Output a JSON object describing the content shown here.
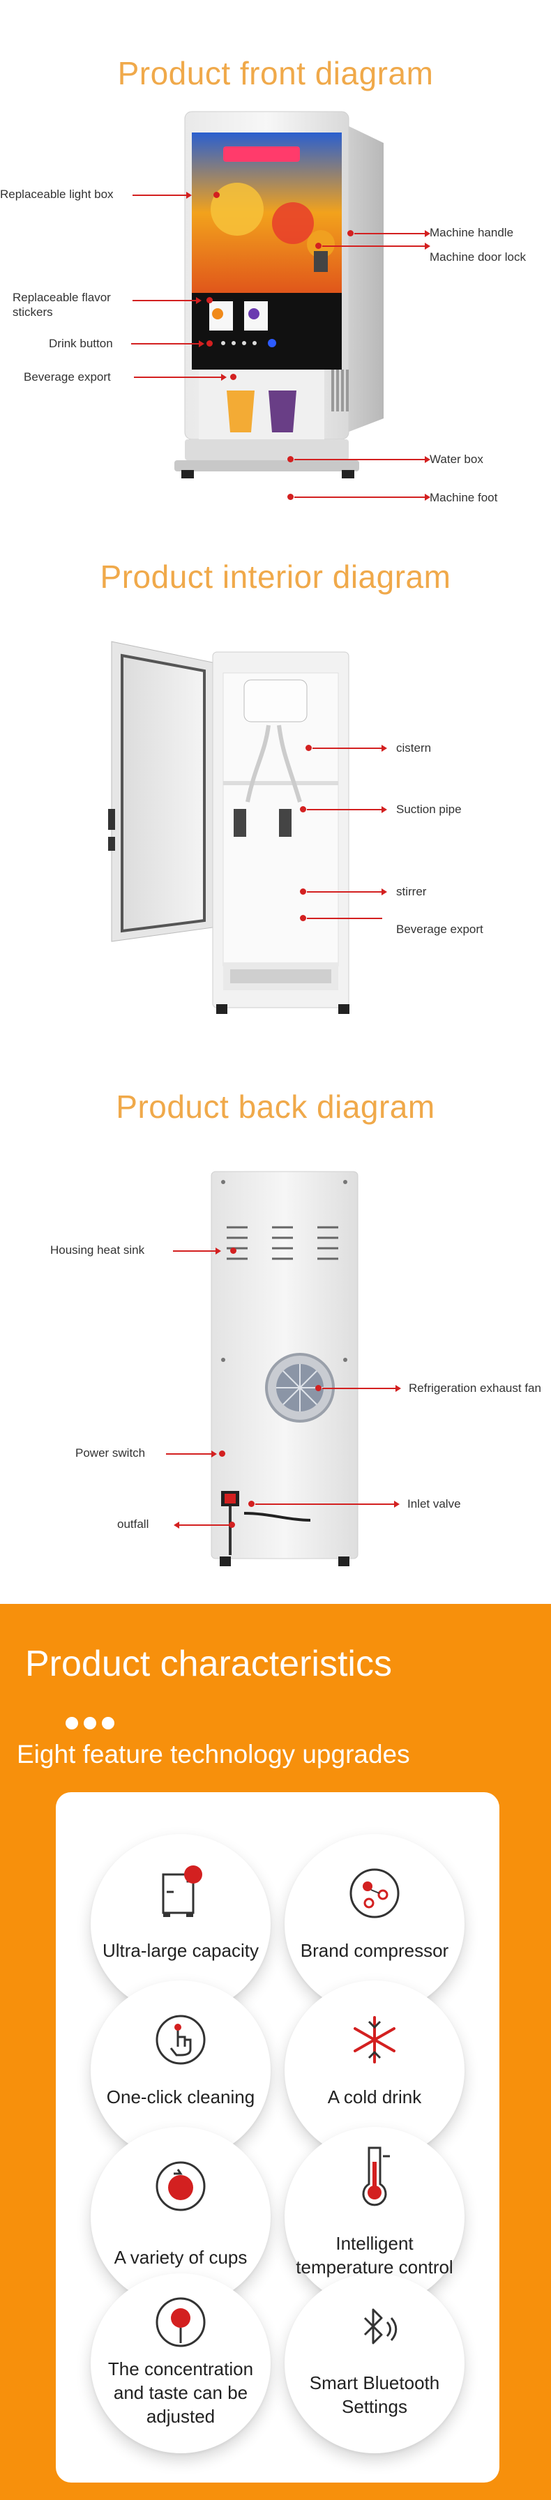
{
  "front": {
    "title": "Product front diagram",
    "labels": {
      "light_box": "Replaceable light box",
      "flavor_stickers": "Replaceable flavor stickers",
      "drink_button": "Drink button",
      "beverage_export": "Beverage export",
      "machine_handle": "Machine handle",
      "door_lock": "Machine door lock",
      "water_box": "Water box",
      "machine_foot": "Machine foot"
    }
  },
  "interior": {
    "title": "Product interior diagram",
    "labels": {
      "cistern": "cistern",
      "suction_pipe": "Suction pipe",
      "stirrer": "stirrer",
      "beverage_export": "Beverage export"
    }
  },
  "back": {
    "title": "Product back diagram",
    "labels": {
      "heat_sink": "Housing heat sink",
      "exhaust_fan": "Refrigeration exhaust fan",
      "power_switch": "Power switch",
      "inlet_valve": "Inlet valve",
      "outfall": "outfall"
    }
  },
  "characteristics": {
    "title": "Product characteristics",
    "subtitle": "Eight feature technology upgrades",
    "accent_color": "#f7900c",
    "icon_color": "#d32020",
    "features": [
      {
        "label": "Ultra-large capacity",
        "icon": "tank-icon"
      },
      {
        "label": "Brand compressor",
        "icon": "compressor-icon"
      },
      {
        "label": "One-click cleaning",
        "icon": "touch-icon"
      },
      {
        "label": "A cold drink",
        "icon": "snowflake-icon"
      },
      {
        "label": "A variety of cups",
        "icon": "cup-refresh-icon"
      },
      {
        "label": "Intelligent temperature control",
        "icon": "thermometer-icon"
      },
      {
        "label": "The concentration and taste can be adjusted",
        "icon": "dial-icon"
      },
      {
        "label": "Smart Bluetooth Settings",
        "icon": "bluetooth-icon"
      }
    ]
  }
}
